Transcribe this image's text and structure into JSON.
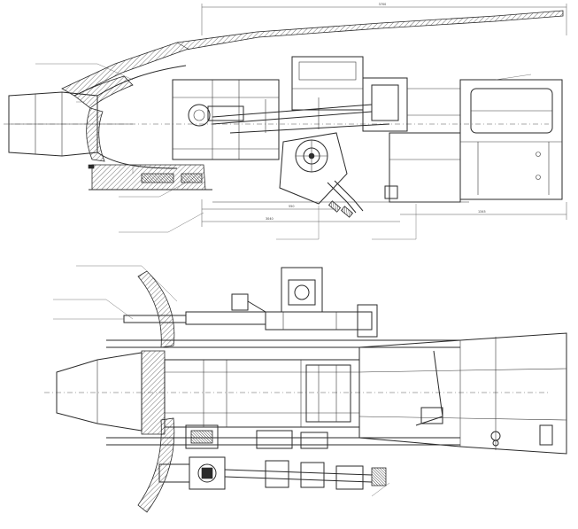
{
  "top_view": {
    "dimensions": [
      "3700",
      "550",
      "3040",
      "1345"
    ]
  },
  "bottom_view": {
    "dimensions": []
  },
  "colors": {
    "ink": "#2a2a2a",
    "paper": "#ffffff"
  }
}
